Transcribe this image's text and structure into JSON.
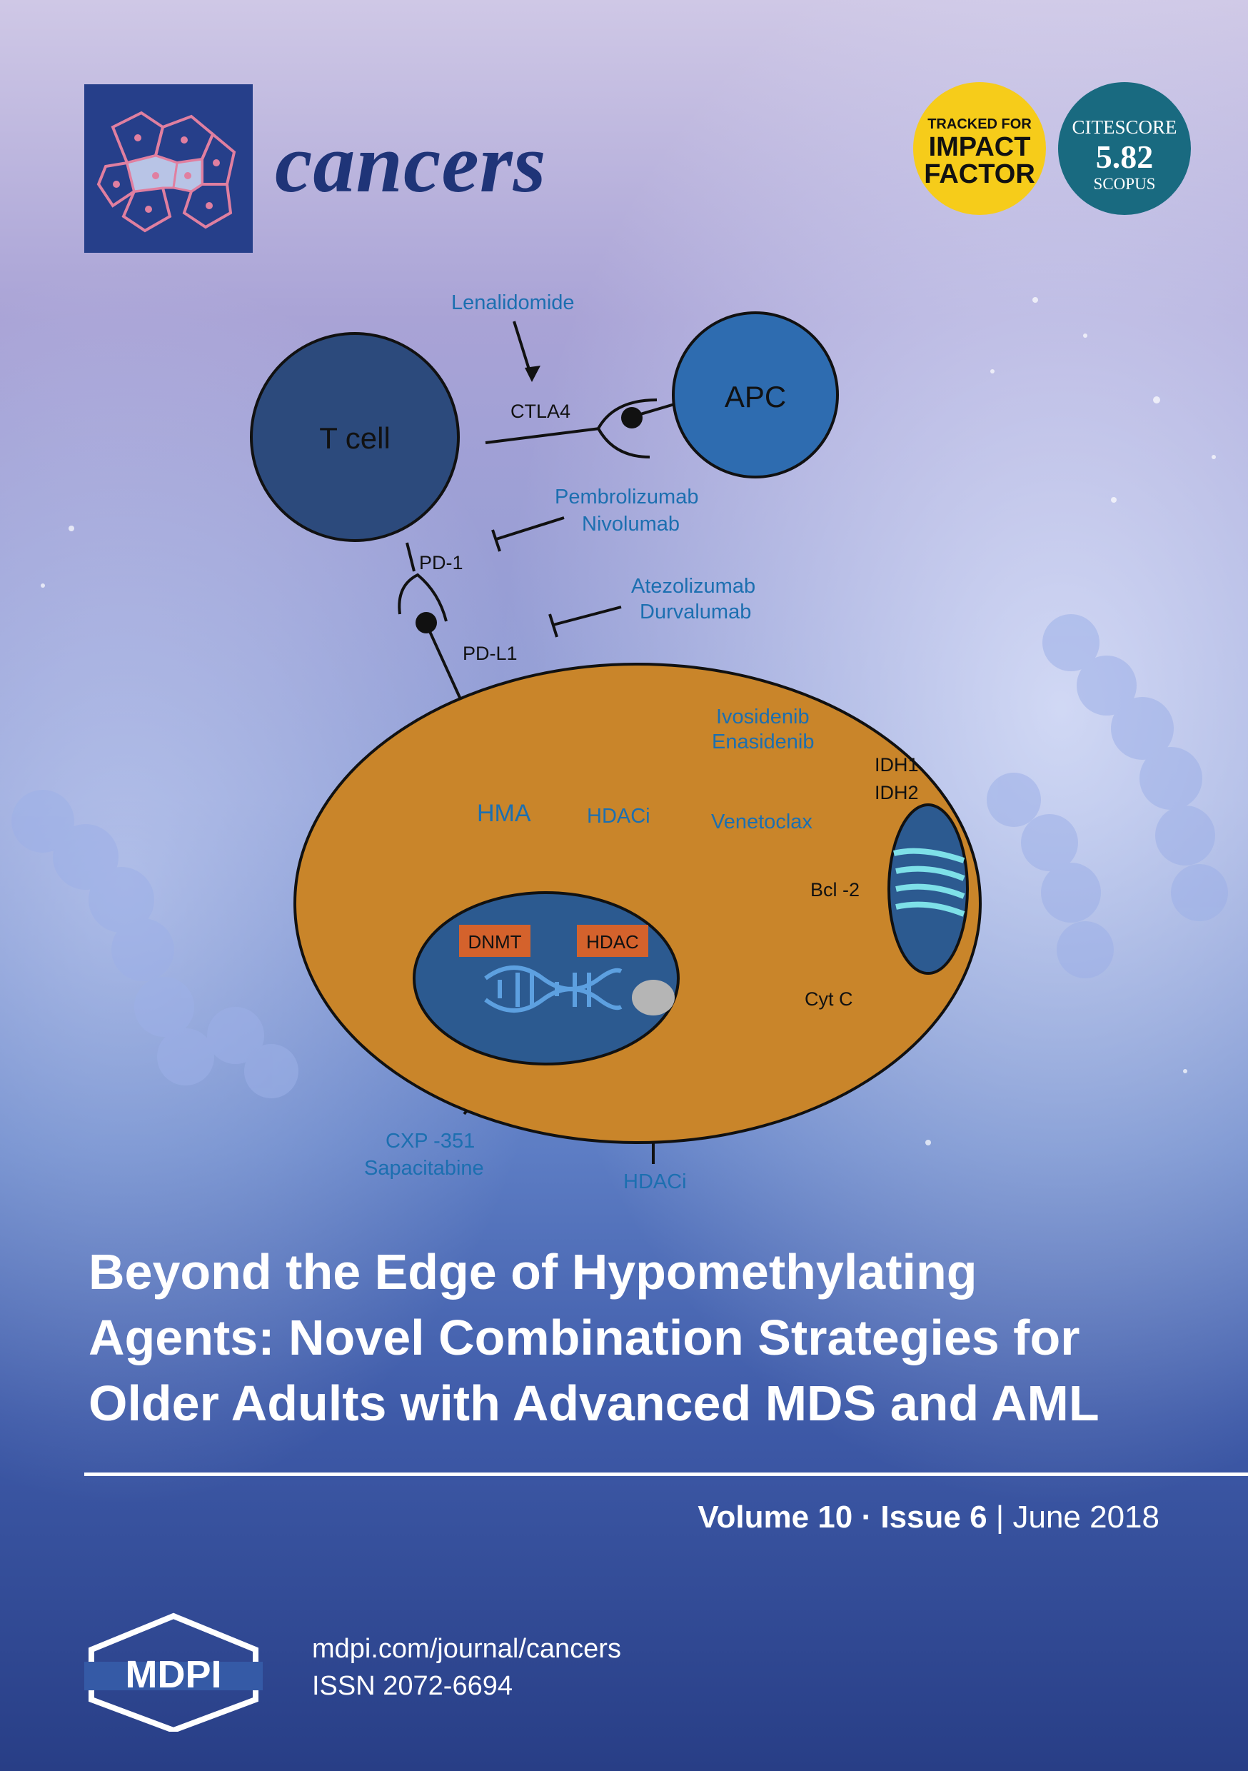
{
  "journal": {
    "name": "cancers",
    "brand_color": "#263f8a"
  },
  "badges": {
    "impact": {
      "line1": "TRACKED FOR",
      "line2": "IMPACT",
      "line3": "FACTOR",
      "color": "#f6cc1a"
    },
    "citescore": {
      "label": "CITESCORE",
      "value": "5.82",
      "source": "SCOPUS",
      "color": "#196a80"
    }
  },
  "diagram": {
    "cells": {
      "tcell": "T cell",
      "apc": "APC"
    },
    "receptors": {
      "ctla4": "CTLA4",
      "pd1": "PD-1",
      "pdl1": "PD-L1"
    },
    "drugs": {
      "lenalidomide": "Lenalidomide",
      "pembro": "Pembrolizumab",
      "nivo": "Nivolumab",
      "atezo": "Atezolizumab",
      "durva": "Durvalumab",
      "ivosidenib": "Ivosidenib",
      "enasidenib": "Enasidenib",
      "venetoclax": "Venetoclax",
      "hma": "HMA",
      "hdaci_top": "HDACi",
      "cxp": "CXP -351",
      "sapacitabine": "Sapacitabine",
      "hdaci_bottom": "HDACi"
    },
    "targets": {
      "idh1": "IDH1",
      "idh2": "IDH2",
      "bcl2": "Bcl -2",
      "cytc": "Cyt C",
      "dnmt": "DNMT",
      "hdac": "HDAC"
    },
    "colors": {
      "drug_text": "#1c6fb0",
      "tcell_fill": "#2c4a7c",
      "apc_fill": "#2e6cb0",
      "leukemia_cell_fill": "#c9852a",
      "nucleus_fill": "#2c5a90",
      "enzyme_box": "#d4622c"
    }
  },
  "article": {
    "title_lines": [
      "Beyond the Edge of Hypomethylating",
      "Agents: Novel Combination Strategies for",
      "Older Adults with Advanced MDS and AML"
    ]
  },
  "issue": {
    "volume": "Volume 10",
    "sep": "·",
    "issue": "Issue 6",
    "divider": "|",
    "date": "June 2018"
  },
  "publisher": {
    "name": "MDPI",
    "url": "mdpi.com/journal/cancers",
    "issn": "ISSN 2072-6694"
  }
}
